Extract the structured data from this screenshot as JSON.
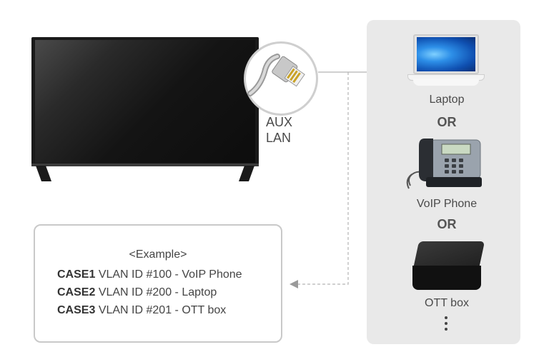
{
  "tv": {
    "connector": {
      "label_line1": "AUX",
      "label_line2": "LAN"
    }
  },
  "devices": [
    {
      "label": "Laptop"
    },
    {
      "label": "VoIP Phone"
    },
    {
      "label": "OTT box"
    }
  ],
  "or_labels": [
    "OR",
    "OR"
  ],
  "example": {
    "title": "<Example>",
    "cases": [
      {
        "case": "CASE1",
        "text": "VLAN ID #100 - VoIP Phone"
      },
      {
        "case": "CASE2",
        "text": "VLAN ID #200 - Laptop"
      },
      {
        "case": "CASE3",
        "text": "VLAN ID #201 - OTT box"
      }
    ]
  },
  "colors": {
    "panel": "#e9e9e9",
    "line": "#b5b5b5",
    "box_border": "#c9c9c9"
  }
}
